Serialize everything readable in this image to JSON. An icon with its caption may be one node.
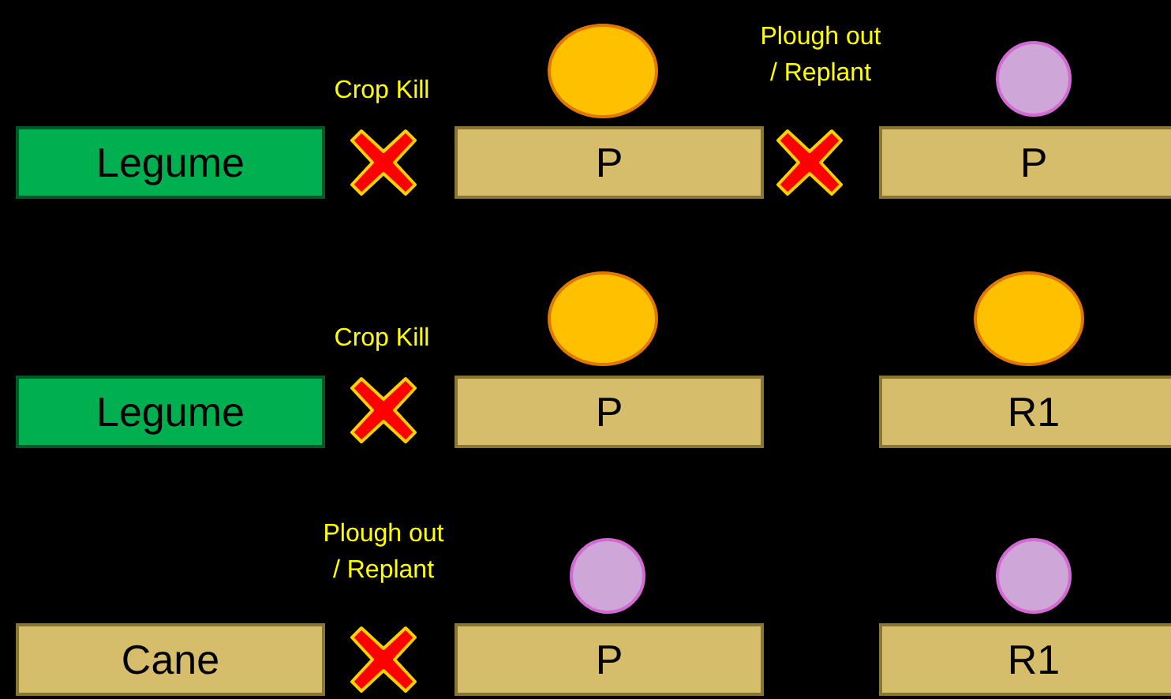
{
  "diagram": {
    "nodes": [
      {
        "text": [],
        "shape": "circle"
      },
      {
        "text": [],
        "shape": "circle"
      },
      {
        "text": [
          "Legume"
        ]
      },
      {
        "text": [
          "P"
        ]
      },
      {
        "text": [
          "P"
        ]
      },
      {
        "text": [],
        "shape": "circle"
      },
      {
        "text": [],
        "shape": "circle"
      },
      {
        "text": [
          "Legume"
        ]
      },
      {
        "text": [
          "P"
        ]
      },
      {
        "text": [
          "R1"
        ]
      },
      {
        "text": [],
        "shape": "circle"
      },
      {
        "text": [],
        "shape": "circle"
      },
      {
        "text": [
          "Cane"
        ]
      },
      {
        "text": [
          "P"
        ]
      },
      {
        "text": [
          "R1"
        ]
      }
    ],
    "labels": [
      "Crop Kill",
      "Plough out / Replant",
      "Crop Kill",
      "Plough out / Replant"
    ]
  }
}
